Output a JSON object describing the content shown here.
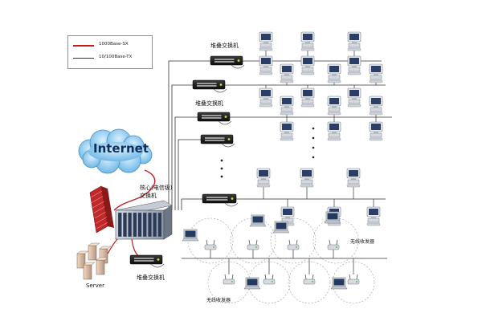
{
  "legend": {
    "items": [
      {
        "label": "1000Base-SX",
        "color": "#c0201f"
      },
      {
        "label": "10/100Base-TX",
        "color": "#333333"
      }
    ]
  },
  "nodes": {
    "internet": "Internet",
    "core_switch": "核心(电信级)\n交换机",
    "stack_switch_1": "堆叠交换机",
    "stack_switch_2": "堆叠交换机",
    "stack_switch_3": "堆叠交换机",
    "server": "Server",
    "wireless_1": "无线收发器",
    "wireless_2": "无线收发器"
  },
  "colors": {
    "fiber": "#c0201f",
    "copper": "#333333",
    "cloud": "#7ec3e8",
    "firewall": "#c0282a"
  }
}
